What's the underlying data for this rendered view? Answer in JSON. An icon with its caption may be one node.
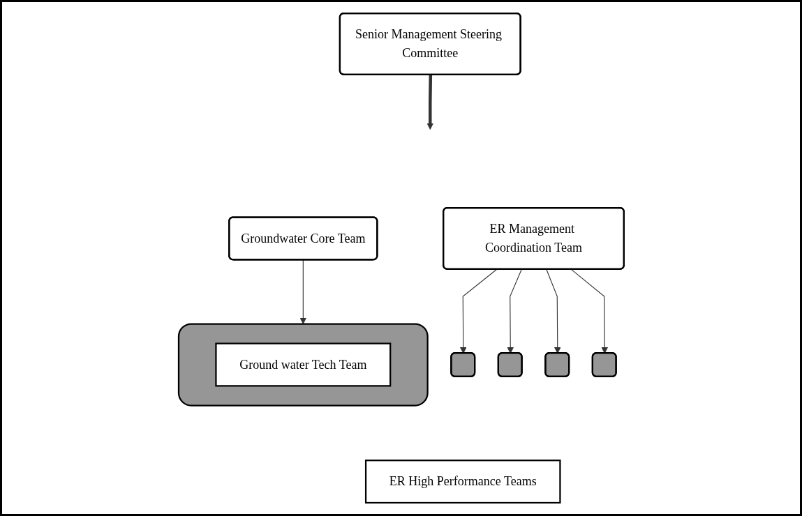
{
  "diagram": {
    "nodes": [
      {
        "text": [
          "Senior Management Steering Committee"
        ]
      },
      {
        "text": [
          "ER Management Coordination Team"
        ]
      },
      {
        "text": [
          "Groundwater Core Team"
        ]
      },
      {
        "text": [],
        "shape": "box"
      },
      {
        "text": [],
        "shape": "box"
      },
      {
        "text": [],
        "shape": "box"
      },
      {
        "text": [],
        "shape": "box"
      },
      {
        "text": [
          "ER High Performance Teams"
        ]
      },
      {
        "text": [],
        "shape": "box"
      },
      {
        "text": [
          "Ground water Tech Team"
        ],
        "in": 8
      }
    ],
    "edges": [
      {
        "from": 0,
        "to": null,
        "arrow": "to",
        "style": "thick"
      },
      {
        "from": 1,
        "to": 3,
        "arrow": "to"
      },
      {
        "from": 1,
        "to": 4,
        "arrow": "to"
      },
      {
        "from": 1,
        "to": 5,
        "arrow": "to"
      },
      {
        "from": 1,
        "to": 6,
        "arrow": "to"
      },
      {
        "from": 2,
        "to": 8,
        "arrow": "to"
      }
    ]
  }
}
